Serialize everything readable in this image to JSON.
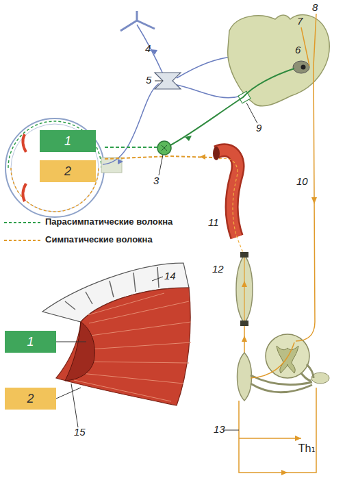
{
  "diagram": {
    "nodes": [
      {
        "text": [
          "1"
        ]
      },
      {
        "text": [
          "2"
        ]
      },
      {
        "text": [
          "1"
        ]
      },
      {
        "text": [
          "2"
        ]
      }
    ],
    "labels": [
      "3",
      "4",
      "5",
      "6",
      "7",
      "8",
      "9",
      "10",
      "11",
      "12",
      "13",
      "14",
      "15",
      "Th₁"
    ],
    "legend": [
      {
        "text": "Парасимпатические волокна"
      },
      {
        "text": "Симпатические волокна"
      }
    ]
  }
}
